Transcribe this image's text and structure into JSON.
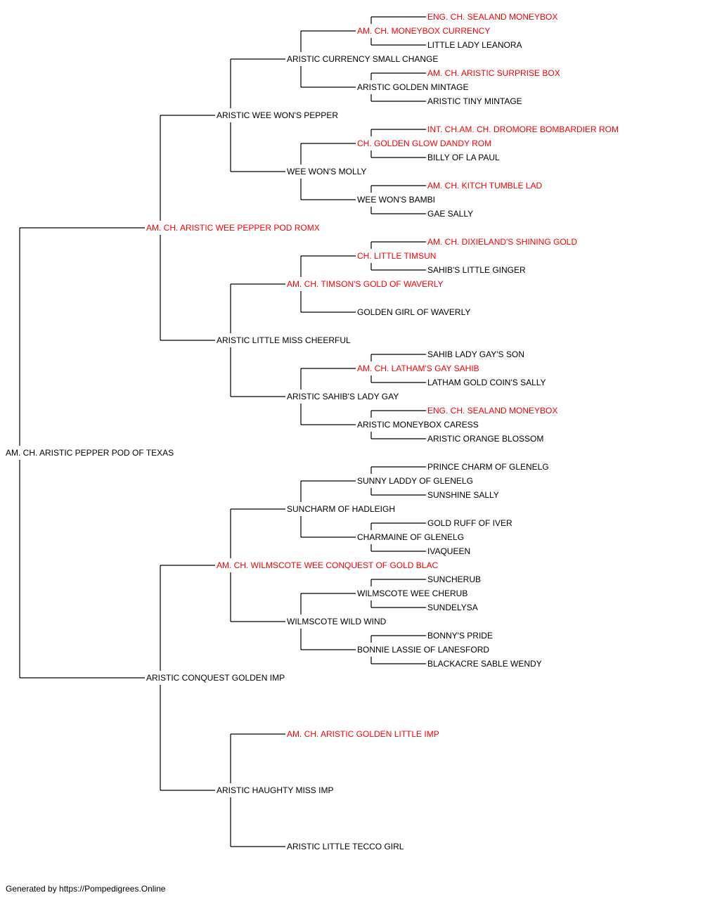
{
  "colors": {
    "champion": "#ff0000",
    "normal": "#000000",
    "line": "#000000"
  },
  "footer": "Generated by https://Pompedigrees.Online",
  "tree": {
    "name": "AM. CH. ARISTIC PEPPER POD OF TEXAS",
    "champion": false,
    "sire": {
      "name": "AM. CH. ARISTIC WEE PEPPER POD ROMX",
      "champion": true,
      "sire": {
        "name": "ARISTIC WEE WON'S PEPPER",
        "champion": false,
        "sire": {
          "name": "ARISTIC CURRENCY SMALL CHANGE",
          "champion": false,
          "sire": {
            "name": "AM. CH. MONEYBOX CURRENCY",
            "champion": true,
            "sire": {
              "name": "ENG. CH. SEALAND MONEYBOX",
              "champion": true
            },
            "dam": {
              "name": "LITTLE LADY LEANORA",
              "champion": false
            }
          },
          "dam": {
            "name": "ARISTIC GOLDEN MINTAGE",
            "champion": false,
            "sire": {
              "name": "AM. CH. ARISTIC SURPRISE BOX",
              "champion": true
            },
            "dam": {
              "name": "ARISTIC TINY MINTAGE",
              "champion": false
            }
          }
        },
        "dam": {
          "name": "WEE WON'S MOLLY",
          "champion": false,
          "sire": {
            "name": "CH. GOLDEN GLOW DANDY ROM",
            "champion": true,
            "sire": {
              "name": "INT. CH.AM. CH. DROMORE BOMBARDIER ROM",
              "champion": true
            },
            "dam": {
              "name": "BILLY OF LA PAUL",
              "champion": false
            }
          },
          "dam": {
            "name": "WEE WON'S BAMBI",
            "champion": false,
            "sire": {
              "name": "AM. CH. KITCH TUMBLE LAD",
              "champion": true
            },
            "dam": {
              "name": "GAE SALLY",
              "champion": false
            }
          }
        }
      },
      "dam": {
        "name": "ARISTIC LITTLE MISS CHEERFUL",
        "champion": false,
        "sire": {
          "name": "AM. CH. TIMSON'S GOLD OF WAVERLY",
          "champion": true,
          "sire": {
            "name": "CH. LITTLE TIMSUN",
            "champion": true,
            "sire": {
              "name": "AM. CH. DIXIELAND'S SHINING GOLD",
              "champion": true
            },
            "dam": {
              "name": "SAHIB'S LITTLE GINGER",
              "champion": false
            }
          },
          "dam": {
            "name": "GOLDEN GIRL OF WAVERLY",
            "champion": false
          }
        },
        "dam": {
          "name": "ARISTIC SAHIB'S LADY GAY",
          "champion": false,
          "sire": {
            "name": "AM. CH. LATHAM'S GAY SAHIB",
            "champion": true,
            "sire": {
              "name": "SAHIB LADY GAY'S SON",
              "champion": false
            },
            "dam": {
              "name": "LATHAM GOLD COIN'S SALLY",
              "champion": false
            }
          },
          "dam": {
            "name": "ARISTIC MONEYBOX CARESS",
            "champion": false,
            "sire": {
              "name": "ENG. CH. SEALAND MONEYBOX",
              "champion": true
            },
            "dam": {
              "name": "ARISTIC ORANGE BLOSSOM",
              "champion": false
            }
          }
        }
      }
    },
    "dam": {
      "name": "ARISTIC CONQUEST GOLDEN IMP",
      "champion": false,
      "sire": {
        "name": "AM. CH. WILMSCOTE WEE CONQUEST OF GOLD BLAC",
        "champion": true,
        "sire": {
          "name": "SUNCHARM OF HADLEIGH",
          "champion": false,
          "sire": {
            "name": "SUNNY LADDY OF GLENELG",
            "champion": false,
            "sire": {
              "name": "PRINCE CHARM OF GLENELG",
              "champion": false
            },
            "dam": {
              "name": "SUNSHINE SALLY",
              "champion": false
            }
          },
          "dam": {
            "name": "CHARMAINE OF GLENELG",
            "champion": false,
            "sire": {
              "name": "GOLD RUFF OF IVER",
              "champion": false
            },
            "dam": {
              "name": "IVAQUEEN",
              "champion": false
            }
          }
        },
        "dam": {
          "name": "WILMSCOTE WILD WIND",
          "champion": false,
          "sire": {
            "name": "WILMSCOTE WEE CHERUB",
            "champion": false,
            "sire": {
              "name": "SUNCHERUB",
              "champion": false
            },
            "dam": {
              "name": "SUNDELYSA",
              "champion": false
            }
          },
          "dam": {
            "name": "BONNIE LASSIE OF LANESFORD",
            "champion": false,
            "sire": {
              "name": "BONNY'S PRIDE",
              "champion": false
            },
            "dam": {
              "name": "BLACKACRE SABLE WENDY",
              "champion": false
            }
          }
        }
      },
      "dam": {
        "name": "ARISTIC HAUGHTY MISS IMP",
        "champion": false,
        "sire": {
          "name": "AM. CH. ARISTIC GOLDEN LITTLE IMP",
          "champion": true
        },
        "dam": {
          "name": "ARISTIC LITTLE TECCO GIRL",
          "champion": false
        }
      }
    }
  }
}
